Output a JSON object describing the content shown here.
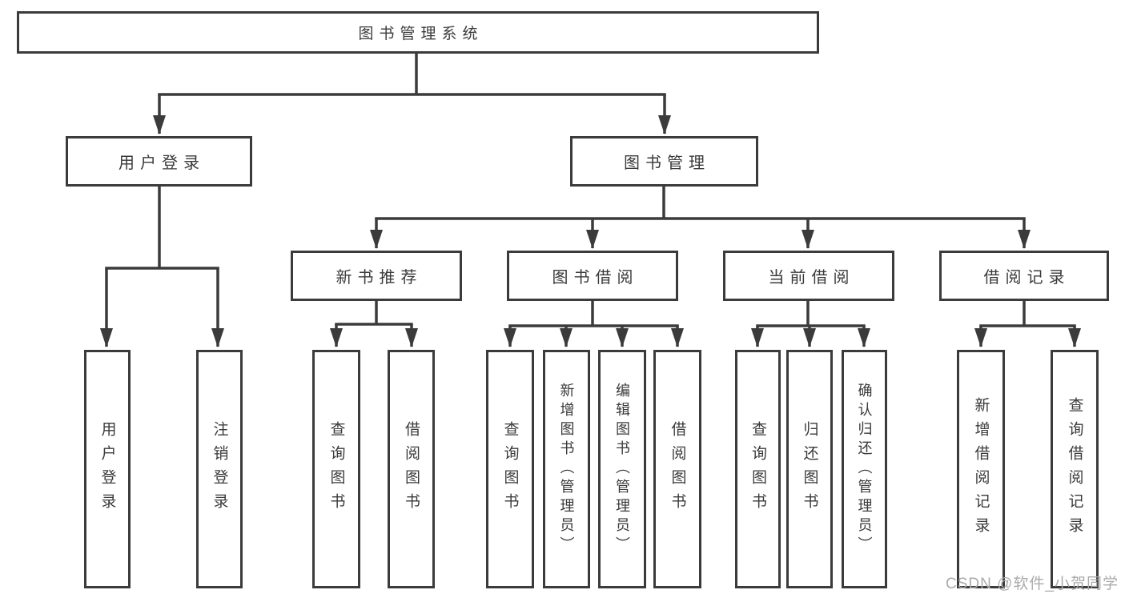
{
  "tree": {
    "root": {
      "label": "图书管理系统"
    },
    "login": {
      "label": "用户登录",
      "children": [
        {
          "label": "用户登录"
        },
        {
          "label": "注销登录"
        }
      ]
    },
    "mgmt": {
      "label": "图书管理",
      "sections": [
        {
          "label": "新书推荐",
          "children": [
            {
              "label": "查询图书"
            },
            {
              "label": "借阅图书"
            }
          ]
        },
        {
          "label": "图书借阅",
          "children": [
            {
              "label": "查询图书"
            },
            {
              "label": "新增图书（管理员）"
            },
            {
              "label": "编辑图书（管理员）"
            },
            {
              "label": "借阅图书"
            }
          ]
        },
        {
          "label": "当前借阅",
          "children": [
            {
              "label": "查询图书"
            },
            {
              "label": "归还图书"
            },
            {
              "label": "确认归还（管理员）"
            }
          ]
        },
        {
          "label": "借阅记录",
          "children": [
            {
              "label": "新增借阅记录"
            },
            {
              "label": "查询借阅记录"
            }
          ]
        }
      ]
    }
  },
  "watermark": "CSDN @软件_小贺同学",
  "colors": {
    "line": "#3b3b3b",
    "box_border": "#3b3b3b",
    "box_background": "#ffffff",
    "text": "#3a3a3a",
    "watermark": "#aaaaaa",
    "background": "#ffffff"
  }
}
